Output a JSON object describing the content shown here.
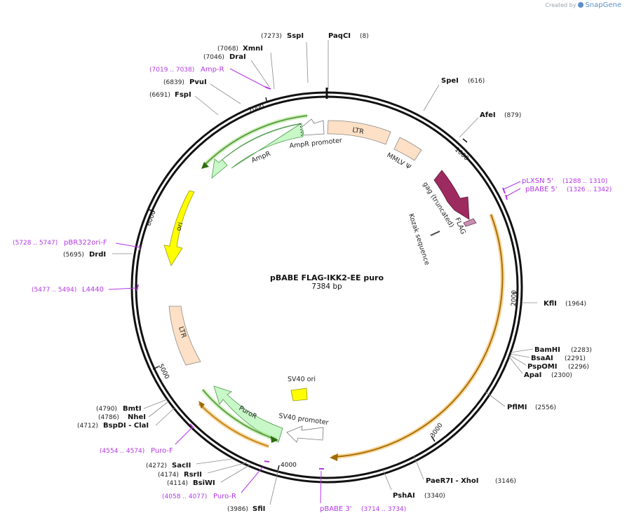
{
  "credit": {
    "prefix": "Created by",
    "brand": "SnapGene"
  },
  "plasmid": {
    "name": "pBABE FLAG-IKK2-EE puro",
    "length": "7384 bp"
  },
  "ticks": [
    "1000",
    "2000",
    "3000",
    "4000",
    "5000",
    "6000",
    "7000"
  ],
  "enzymes": [
    {
      "name": "PaqCI",
      "pos": "(8)"
    },
    {
      "name": "SpeI",
      "pos": "(616)"
    },
    {
      "name": "AfeI",
      "pos": "(879)"
    },
    {
      "name": "KflI",
      "pos": "(1964)"
    },
    {
      "name": "BamHI",
      "pos": "(2283)"
    },
    {
      "name": "BsaAI",
      "pos": "(2291)"
    },
    {
      "name": "PspOMI",
      "pos": "(2296)"
    },
    {
      "name": "ApaI",
      "pos": "(2300)"
    },
    {
      "name": "PflMI",
      "pos": "(2556)"
    },
    {
      "name": "PaeR7I - XhoI",
      "pos": "(3146)"
    },
    {
      "name": "PshAI",
      "pos": "(3340)"
    },
    {
      "name": "SfiI",
      "pos": "(3986)"
    },
    {
      "name": "BsiWI",
      "pos": "(4114)"
    },
    {
      "name": "RsrII",
      "pos": "(4174)"
    },
    {
      "name": "SacII",
      "pos": "(4272)"
    },
    {
      "name": "BspDI - ClaI",
      "pos": "(4712)"
    },
    {
      "name": "NheI",
      "pos": "(4786)"
    },
    {
      "name": "BmtI",
      "pos": "(4790)"
    },
    {
      "name": "DrdI",
      "pos": "(5695)"
    },
    {
      "name": "FspI",
      "pos": "(6691)"
    },
    {
      "name": "PvuI",
      "pos": "(6839)"
    },
    {
      "name": "DraI",
      "pos": "(7046)"
    },
    {
      "name": "XmnI",
      "pos": "(7068)"
    },
    {
      "name": "SspI",
      "pos": "(7273)"
    }
  ],
  "primers": [
    {
      "name": "pLXSN 5'",
      "pos": "(1288 .. 1310)"
    },
    {
      "name": "pBABE 5'",
      "pos": "(1326 .. 1342)"
    },
    {
      "name": "pBABE 3'",
      "pos": "(3714 .. 3734)"
    },
    {
      "name": "Puro-R",
      "pos": "(4058 .. 4077)"
    },
    {
      "name": "Puro-F",
      "pos": "(4554 .. 4574)"
    },
    {
      "name": "L4440",
      "pos": "(5477 .. 5494)"
    },
    {
      "name": "pBR322ori-F",
      "pos": "(5728 .. 5747)"
    },
    {
      "name": "Amp-R",
      "pos": "(7019 .. 7038)"
    }
  ],
  "features": {
    "ltr_top": "LTR",
    "mmlv": "MMLV Ψ",
    "gag": "gag (truncated)",
    "flag": "FLAG",
    "kozak": "Kozak sequence",
    "ampr_promoter": "AmpR promoter",
    "ampr": "AmpR",
    "ori": "ori",
    "ltr_bottom": "LTR",
    "sv40_ori": "SV40 ori",
    "sv40_promoter": "SV40 promoter",
    "puror": "PuroR"
  },
  "colors": {
    "ltr": "#fde0c5",
    "ampr": "#c8f7c8",
    "ori": "#ffff00",
    "gag": "#9e2b5f",
    "flag": "#c98fb3",
    "sv40ori": "#ffff00",
    "primer": "#b338e6",
    "orf": "#f5b041"
  }
}
